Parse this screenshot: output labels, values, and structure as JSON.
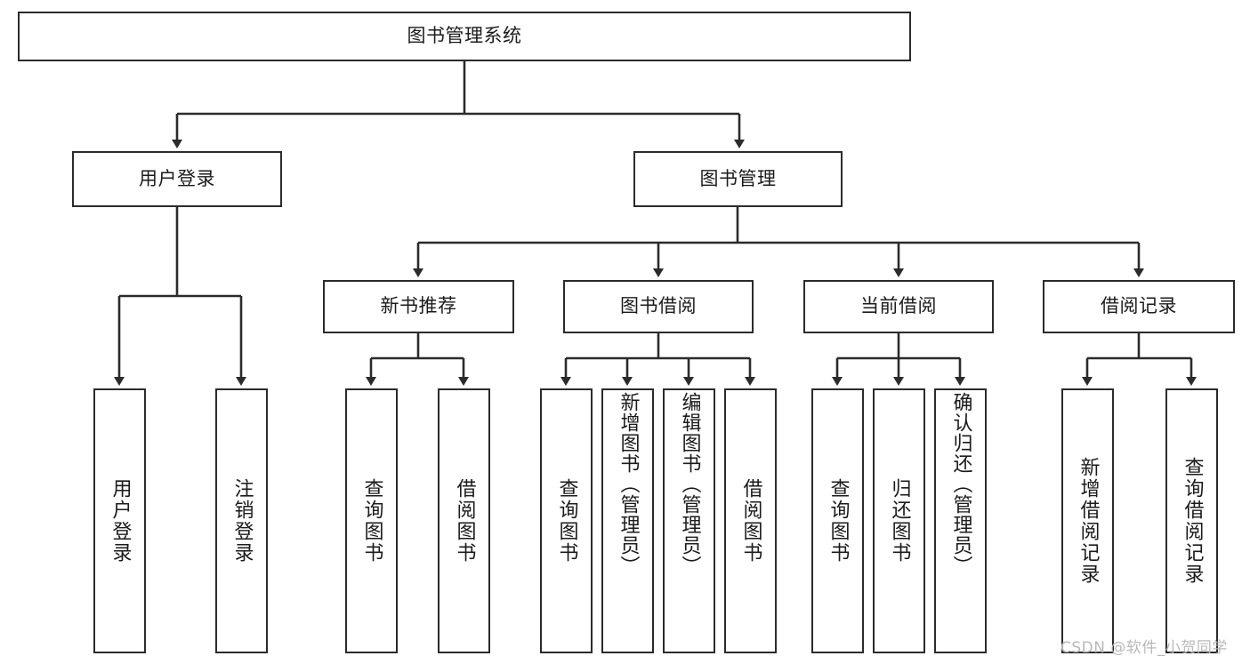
{
  "diagram": {
    "type": "tree-hierarchy-flowchart",
    "title": "图书管理系统",
    "colors": {
      "stroke": "#2b2b2b",
      "fill": "#ffffff",
      "text": "#1b1b1b",
      "watermark": "#b9b9b9",
      "background": "#ffffff"
    },
    "levels": [
      {
        "level": 1,
        "nodes": [
          {
            "id": "root",
            "label": "图书管理系统",
            "orientation": "horizontal"
          }
        ]
      },
      {
        "level": 2,
        "nodes": [
          {
            "id": "login",
            "label": "用户登录",
            "orientation": "horizontal",
            "parent": "root"
          },
          {
            "id": "bookmgmt",
            "label": "图书管理",
            "orientation": "horizontal",
            "parent": "root"
          }
        ]
      },
      {
        "level": 3,
        "nodes": [
          {
            "id": "newrec",
            "label": "新书推荐",
            "orientation": "horizontal",
            "parent": "bookmgmt"
          },
          {
            "id": "borrow",
            "label": "图书借阅",
            "orientation": "horizontal",
            "parent": "bookmgmt"
          },
          {
            "id": "current",
            "label": "当前借阅",
            "orientation": "horizontal",
            "parent": "bookmgmt"
          },
          {
            "id": "records",
            "label": "借阅记录",
            "orientation": "horizontal",
            "parent": "bookmgmt"
          }
        ]
      },
      {
        "level": 4,
        "nodes": [
          {
            "id": "leaf-user-login",
            "label": "用户登录",
            "orientation": "vertical",
            "parent": "login"
          },
          {
            "id": "leaf-user-logout",
            "label": "注销登录",
            "orientation": "vertical",
            "parent": "login"
          },
          {
            "id": "leaf-rec-query",
            "label": "查询图书",
            "orientation": "vertical",
            "parent": "newrec"
          },
          {
            "id": "leaf-rec-borrow",
            "label": "借阅图书",
            "orientation": "vertical",
            "parent": "newrec"
          },
          {
            "id": "leaf-borrow-query",
            "label": "查询图书",
            "orientation": "vertical",
            "parent": "borrow"
          },
          {
            "id": "leaf-borrow-add",
            "label": "新增图书（管理员）",
            "orientation": "vertical",
            "parent": "borrow"
          },
          {
            "id": "leaf-borrow-edit",
            "label": "编辑图书（管理员）",
            "orientation": "vertical",
            "parent": "borrow"
          },
          {
            "id": "leaf-borrow-lend",
            "label": "借阅图书",
            "orientation": "vertical",
            "parent": "borrow"
          },
          {
            "id": "leaf-cur-query",
            "label": "查询图书",
            "orientation": "vertical",
            "parent": "current"
          },
          {
            "id": "leaf-cur-return",
            "label": "归还图书",
            "orientation": "vertical",
            "parent": "current"
          },
          {
            "id": "leaf-cur-confirm",
            "label": "确认归还（管理员）",
            "orientation": "vertical",
            "parent": "current"
          },
          {
            "id": "leaf-rectrack-add",
            "label": "新增借阅记录",
            "orientation": "vertical",
            "parent": "records"
          },
          {
            "id": "leaf-rectrack-query",
            "label": "查询借阅记录",
            "orientation": "vertical",
            "parent": "records"
          }
        ]
      }
    ]
  },
  "watermark": {
    "text": "CSDN @软件_小贺同学"
  }
}
